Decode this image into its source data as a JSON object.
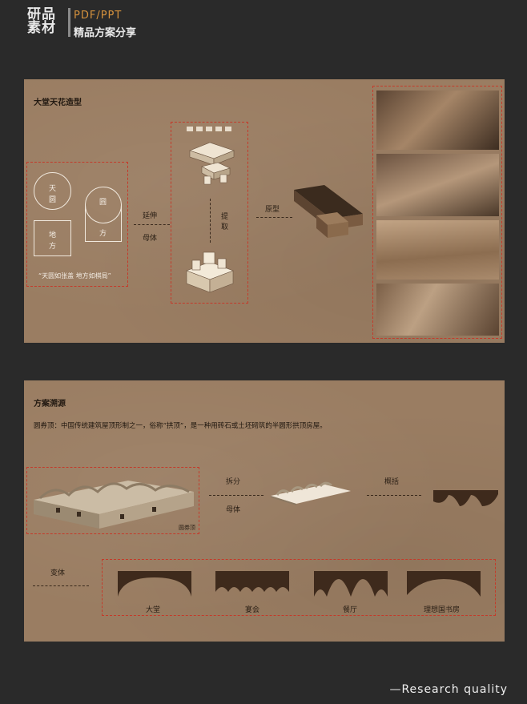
{
  "brand": {
    "line1": "研品",
    "line2": "素材",
    "tagline1": "PDF/PPT",
    "tagline2": "精品方案分享"
  },
  "panel1": {
    "title": "大堂天花造型",
    "circle1": {
      "line1": "天",
      "line2": "圆"
    },
    "square1": {
      "line1": "地",
      "line2": "方"
    },
    "circle_top": "圆",
    "square_bottom": "方",
    "quote": "“天圆如张盖 地方如棋局”",
    "arrow1_top": "延伸",
    "arrow1_bottom": "母体",
    "extract": "提取",
    "prototype": "原型"
  },
  "panel2": {
    "title": "方案溯源",
    "description": "圆券顶：中国传统建筑屋顶形制之一，俗称“拱顶”，是一种用砖石或土坯砌筑的半圆形拱顶房屋。",
    "photo_caption": "圆券顶",
    "split_top": "拆分",
    "split_bottom": "母体",
    "summary": "概括",
    "variant": "变体",
    "variants": [
      "大堂",
      "宴会",
      "餐厅",
      "理想国书房"
    ]
  },
  "footer": "—Research quality"
}
